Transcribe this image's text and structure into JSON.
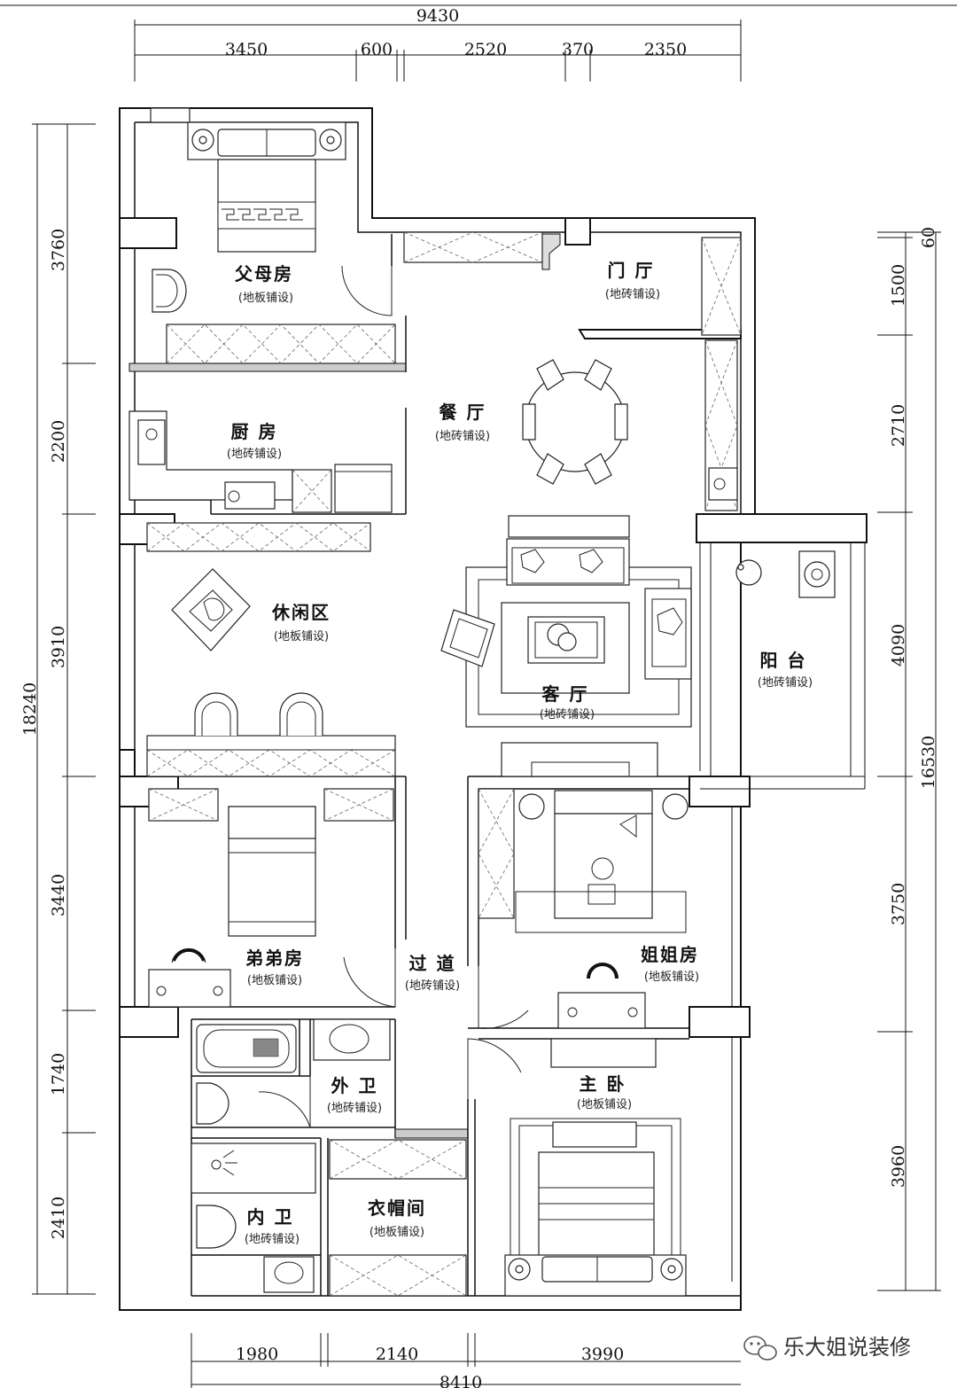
{
  "dimensions": {
    "top_total": "9430",
    "top_segments": [
      "3450",
      "600",
      "2520",
      "370",
      "2350"
    ],
    "bottom_total": "8410",
    "bottom_segments": [
      "1980",
      "2140",
      "3990"
    ],
    "left_total": "18240",
    "left_segments": [
      "3760",
      "2200",
      "3910",
      "3440",
      "1740",
      "2410"
    ],
    "right_total": "16530",
    "right_segments": [
      "60",
      "1500",
      "2710",
      "4090",
      "3750",
      "3960"
    ]
  },
  "rooms": [
    {
      "id": "parents",
      "name": "父母房",
      "floor": "(地板铺设)"
    },
    {
      "id": "foyer",
      "name": "门 厅",
      "floor": "(地砖铺设)"
    },
    {
      "id": "kitchen",
      "name": "厨 房",
      "floor": "(地砖铺设)"
    },
    {
      "id": "dining",
      "name": "餐 厅",
      "floor": "(地砖铺设)"
    },
    {
      "id": "leisure",
      "name": "休闲区",
      "floor": "(地板铺设)"
    },
    {
      "id": "living",
      "name": "客 厅",
      "floor": "(地砖铺设)"
    },
    {
      "id": "balcony",
      "name": "阳 台",
      "floor": "(地砖铺设)"
    },
    {
      "id": "brother",
      "name": "弟弟房",
      "floor": "(地板铺设)"
    },
    {
      "id": "corridor",
      "name": "过 道",
      "floor": "(地砖铺设)"
    },
    {
      "id": "sister",
      "name": "姐姐房",
      "floor": "(地板铺设)"
    },
    {
      "id": "outer_bath",
      "name": "外 卫",
      "floor": "(地砖铺设)"
    },
    {
      "id": "master",
      "name": "主 卧",
      "floor": "(地板铺设)"
    },
    {
      "id": "inner_bath",
      "name": "内 卫",
      "floor": "(地砖铺设)"
    },
    {
      "id": "closet",
      "name": "衣帽间",
      "floor": "(地板铺设)"
    }
  ],
  "watermark": "乐大姐说装修"
}
